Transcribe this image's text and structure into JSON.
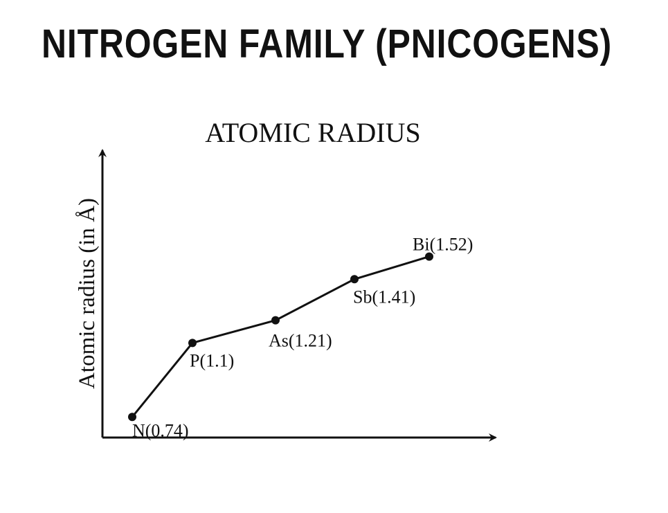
{
  "page": {
    "title": "NITROGEN FAMILY (PNICOGENS)"
  },
  "chart_data": {
    "type": "line",
    "title": "ATOMIC RADIUS",
    "xlabel": "",
    "ylabel": "Atomic radius (in Å)",
    "categories": [
      "N",
      "P",
      "As",
      "Sb",
      "Bi"
    ],
    "values": [
      0.74,
      1.1,
      1.21,
      1.41,
      1.52
    ],
    "point_labels": [
      "N(0.74)",
      "P(1.1)",
      "As(1.21)",
      "Sb(1.41)",
      "Bi(1.52)"
    ],
    "ylim": [
      0.64,
      2.0
    ],
    "grid": false,
    "legend": "none"
  }
}
